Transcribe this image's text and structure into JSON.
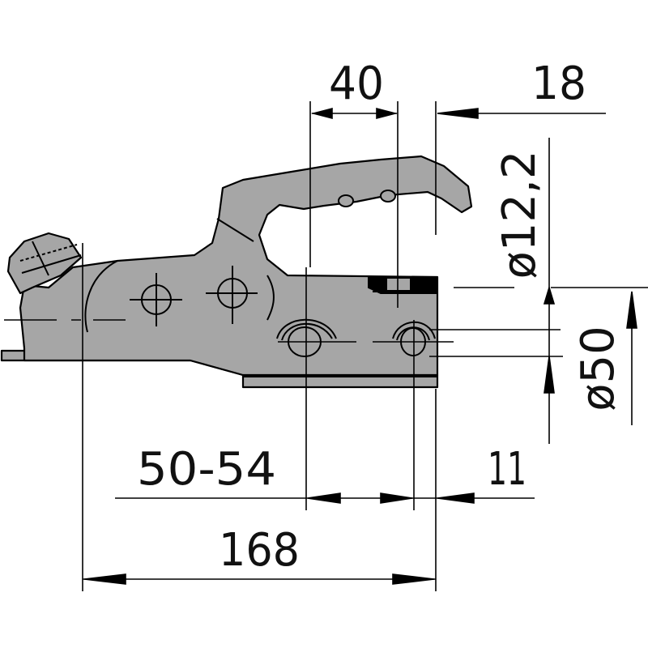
{
  "drawing": {
    "subject": "Trailer coupling head (ball coupling) side view with dimensions",
    "colors": {
      "body_fill": "#a6a6a6",
      "line": "#000000",
      "background": "#ffffff"
    },
    "dimensions": {
      "top_left": {
        "label": "40",
        "type": "linear-horizontal"
      },
      "top_right": {
        "label": "18",
        "type": "linear-horizontal"
      },
      "right_upper": {
        "label": "ø12,2",
        "type": "diameter-vertical"
      },
      "right_lower": {
        "label": "ø50",
        "type": "diameter-vertical"
      },
      "bottom_upper_left": {
        "label": "50-54",
        "type": "linear-horizontal"
      },
      "bottom_upper_right": {
        "label": "11",
        "type": "linear-horizontal"
      },
      "bottom_overall": {
        "label": "168",
        "type": "linear-horizontal"
      }
    }
  }
}
